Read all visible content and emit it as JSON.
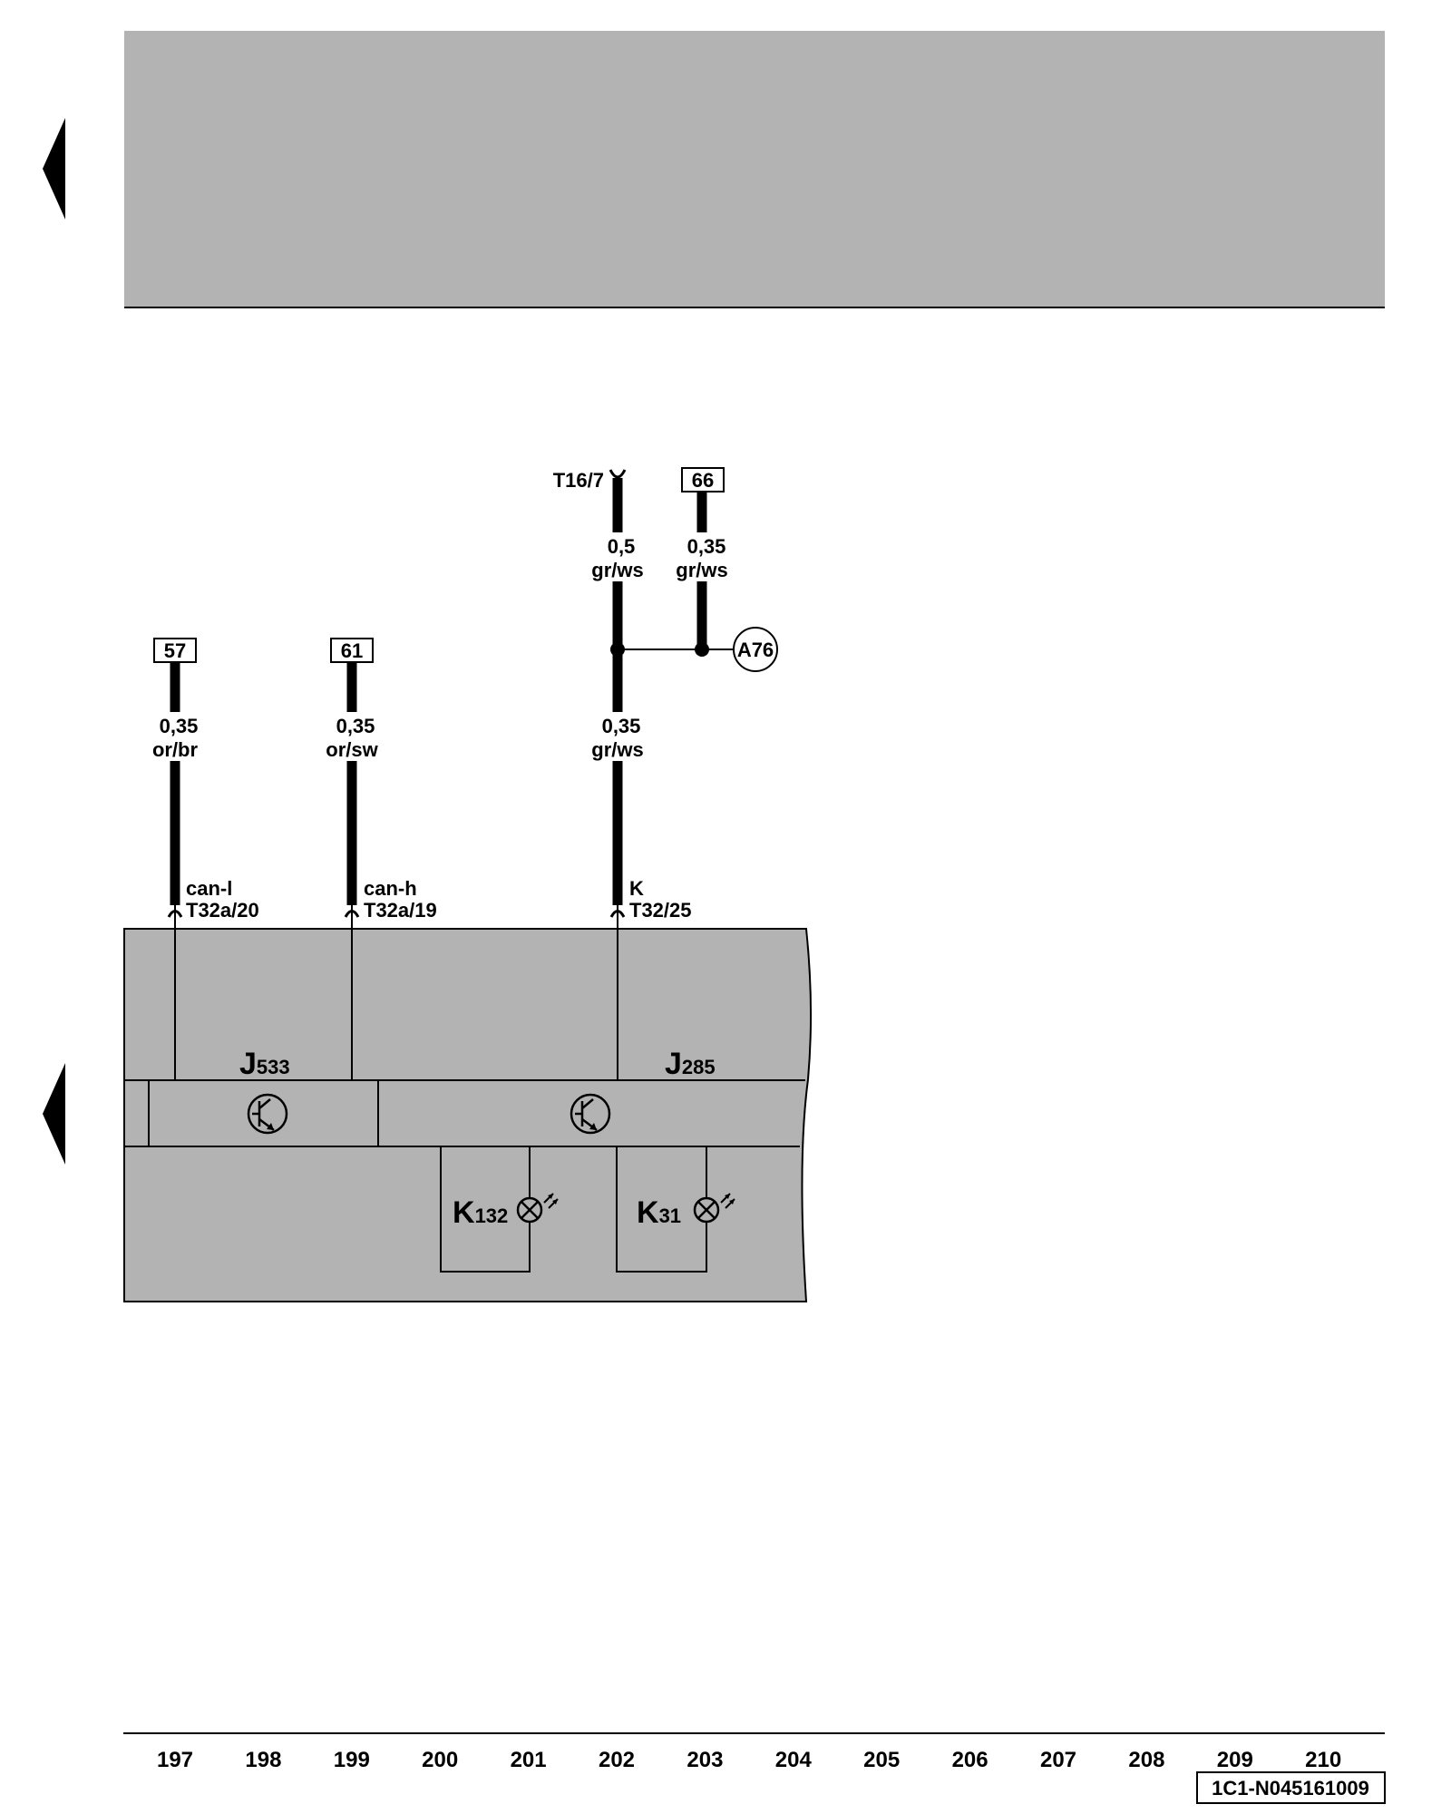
{
  "columns": [
    "197",
    "198",
    "199",
    "200",
    "201",
    "202",
    "203",
    "204",
    "205",
    "206",
    "207",
    "208",
    "209",
    "210"
  ],
  "doc_id": "1C1-N045161009",
  "refs": {
    "r57": "57",
    "r61": "61",
    "r66": "66"
  },
  "connector_top": "T16/7",
  "wires": {
    "w1": {
      "size": "0,35",
      "color": "or/br",
      "signal": "can-l",
      "pin": "T32a/20"
    },
    "w2": {
      "size": "0,35",
      "color": "or/sw",
      "signal": "can-h",
      "pin": "T32a/19"
    },
    "w3_upper": {
      "size": "0,5",
      "color": "gr/ws"
    },
    "w3_lower": {
      "size": "0,35",
      "color": "gr/ws",
      "signal": "K",
      "pin": "T32/25"
    },
    "w4": {
      "size": "0,35",
      "color": "gr/ws"
    }
  },
  "splice": "A76",
  "components": {
    "j533": {
      "letter": "J",
      "num": "533"
    },
    "j285": {
      "letter": "J",
      "num": "285"
    },
    "k132": {
      "letter": "K",
      "num": "132"
    },
    "k31": {
      "letter": "K",
      "num": "31"
    }
  },
  "colors": {
    "panel": "#b3b3b3",
    "line": "#000000",
    "background": "#ffffff"
  }
}
